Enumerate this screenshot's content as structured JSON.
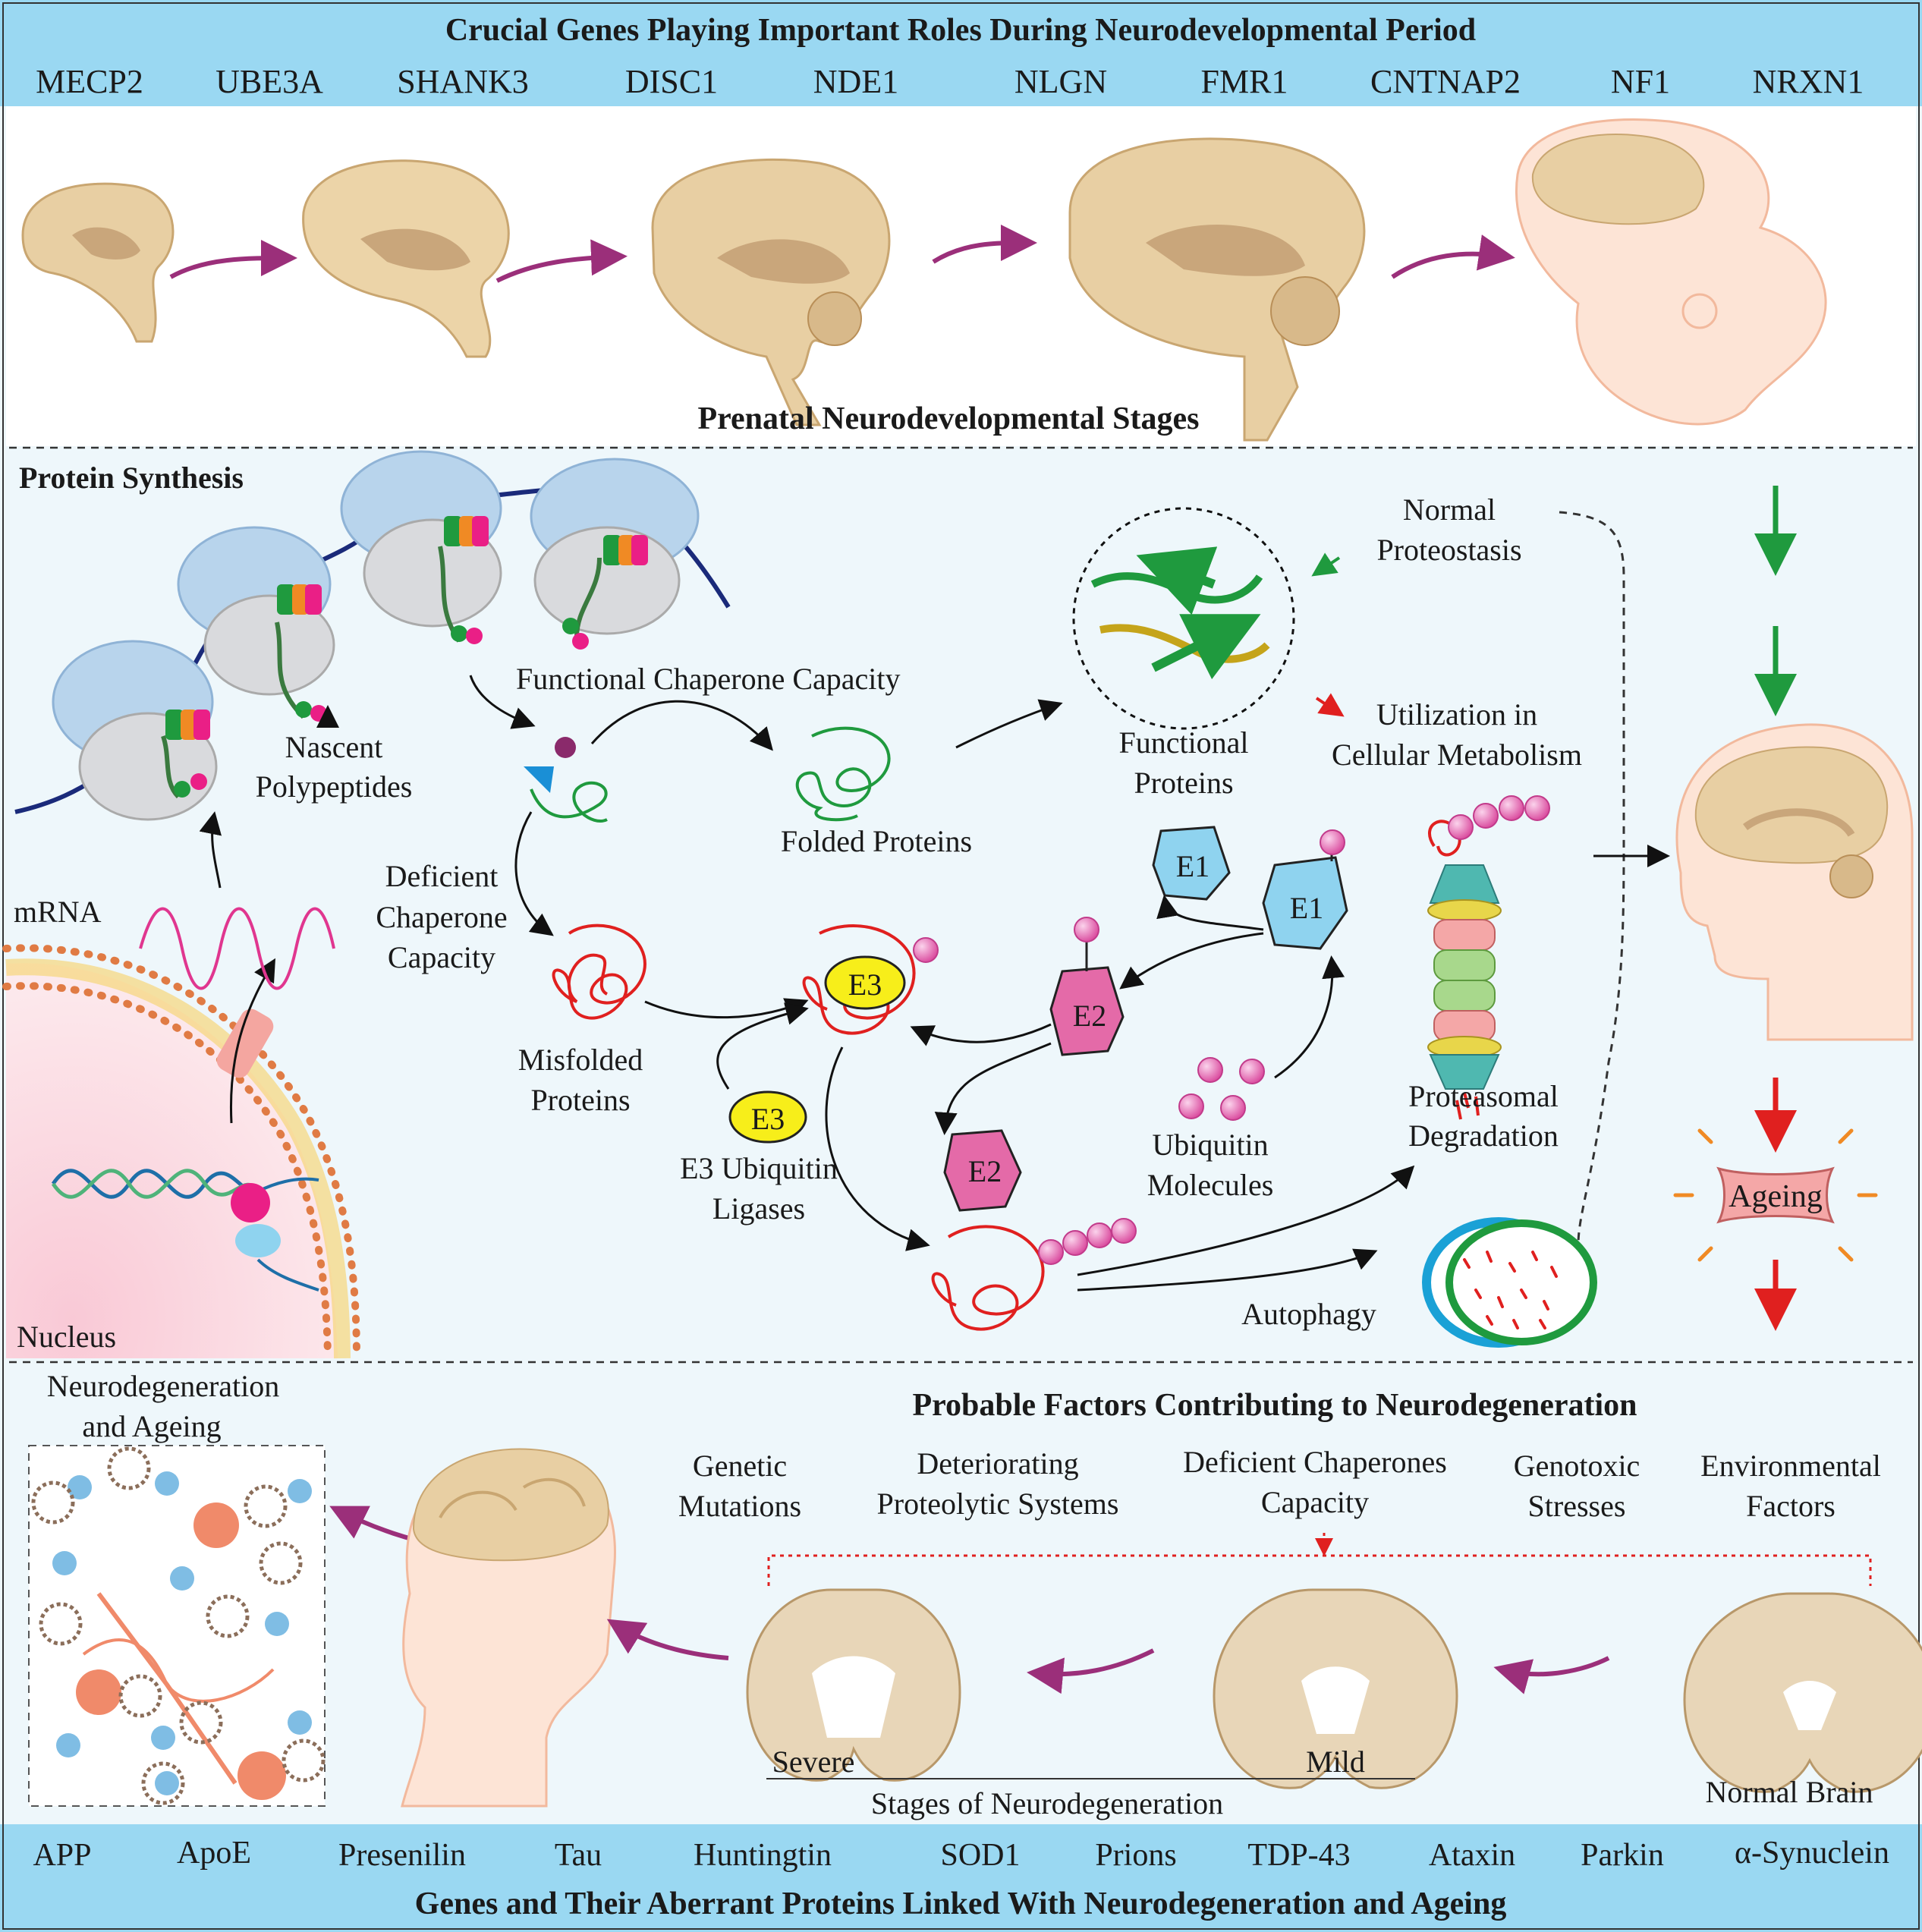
{
  "top_band": {
    "title": "Crucial Genes Playing Important Roles During Neurodevelopmental Period",
    "genes": [
      "MECP2",
      "UBE3A",
      "SHANK3",
      "DISC1",
      "NDE1",
      "NLGN",
      "FMR1",
      "CNTNAP2",
      "NF1",
      "NRXN1"
    ]
  },
  "prenatal": {
    "caption": "Prenatal Neurodevelopmental Stages"
  },
  "middle": {
    "section_title": "Protein Synthesis",
    "labels": {
      "nascent_line1": "Nascent",
      "nascent_line2": "Polypeptides",
      "mrna": "mRNA",
      "nucleus": "Nucleus",
      "functional_chaperone": "Functional Chaperone Capacity",
      "deficient_line1": "Deficient",
      "deficient_line2": "Chaperone",
      "deficient_line3": "Capacity",
      "folded": "Folded Proteins",
      "misfolded_line1": "Misfolded",
      "misfolded_line2": "Proteins",
      "e3_ligase_line1": "E3 Ubiquitin",
      "e3_ligase_line2": "Ligases",
      "functional_line1": "Functional",
      "functional_line2": "Proteins",
      "normal_line1": "Normal",
      "normal_line2": "Proteostasis",
      "utilization_line1": "Utilization in",
      "utilization_line2": "Cellular Metabolism",
      "ubiquitin_line1": "Ubiquitin",
      "ubiquitin_line2": "Molecules",
      "proteasomal_line1": "Proteasomal",
      "proteasomal_line2": "Degradation",
      "autophagy": "Autophagy",
      "ageing": "Ageing"
    },
    "enzymes": {
      "e1": "E1",
      "e2": "E2",
      "e3": "E3"
    },
    "colors": {
      "folded": "#1f9a3e",
      "misfolded": "#e0201f",
      "ubiquitin": "#e879c2",
      "e1": "#8fd3ef",
      "e2": "#e46aa8",
      "e3": "#f7ee1a"
    }
  },
  "bottom": {
    "left_line1": "Neurodegeneration",
    "left_line2": "and Ageing",
    "factors_title": "Probable Factors Contributing to Neurodegeneration",
    "factors": [
      {
        "line1": "Genetic",
        "line2": "Mutations"
      },
      {
        "line1": "Deteriorating",
        "line2": "Proteolytic Systems"
      },
      {
        "line1": "Deficient Chaperones",
        "line2": "Capacity"
      },
      {
        "line1": "Genotoxic",
        "line2": "Stresses"
      },
      {
        "line1": "Environmental",
        "line2": "Factors"
      }
    ],
    "stages": {
      "severe": "Severe",
      "mild": "Mild",
      "normal": "Normal Brain",
      "caption": "Stages of Neurodegeneration"
    }
  },
  "bottom_band": {
    "genes": [
      "APP",
      "ApoE",
      "Presenilin",
      "Tau",
      "Huntingtin",
      "SOD1",
      "Prions",
      "TDP-43",
      "Ataxin",
      "Parkin",
      "α-Synuclein"
    ],
    "title": "Genes and Their Aberrant Proteins Linked With Neurodegeneration and Ageing"
  }
}
